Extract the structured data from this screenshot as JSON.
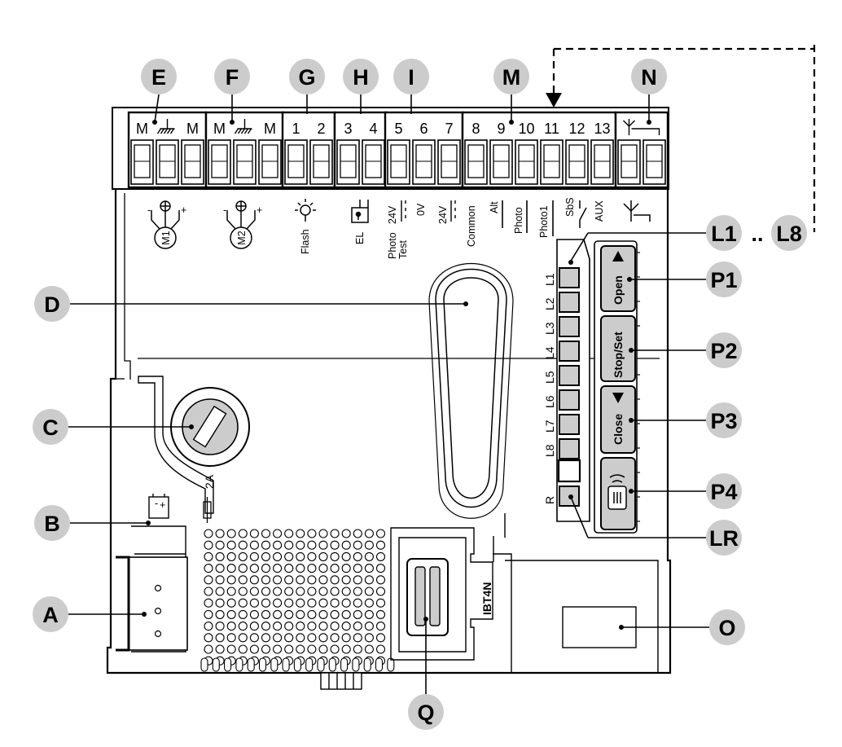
{
  "callouts": {
    "E": "E",
    "F": "F",
    "G": "G",
    "H": "H",
    "I": "I",
    "M": "M",
    "N": "N",
    "L1": "L1",
    "L8": "L8",
    "range_sep": "..",
    "D": "D",
    "C": "C",
    "B": "B",
    "A": "A",
    "Q": "Q",
    "O": "O",
    "P1": "P1",
    "P2": "P2",
    "P3": "P3",
    "P4": "P4",
    "LR": "LR"
  },
  "terminal_labels": [
    "M",
    "M",
    "M",
    "M",
    "1",
    "2",
    "3",
    "4",
    "5",
    "6",
    "7",
    "8",
    "9",
    "10",
    "11",
    "12",
    "13"
  ],
  "function_labels": {
    "m1": "M1",
    "m2": "M2",
    "flash": "Flash",
    "el": "EL",
    "photo_test": "Photo",
    "test": "Test",
    "v24_test": "24V",
    "zero_v": "0V",
    "v24": "24V",
    "common": "Common",
    "alt": "Alt",
    "photo": "Photo",
    "photo1": "Photo1",
    "sbs": "SbS",
    "aux": "AUX"
  },
  "leds": [
    "L1",
    "L2",
    "L3",
    "L4",
    "L5",
    "L6",
    "L7",
    "L8",
    "R"
  ],
  "buttons": {
    "open": "Open",
    "stop_set": "Stop/Set",
    "close": "Close"
  },
  "fuse_rating": "2A",
  "module_label": "IBT4N"
}
